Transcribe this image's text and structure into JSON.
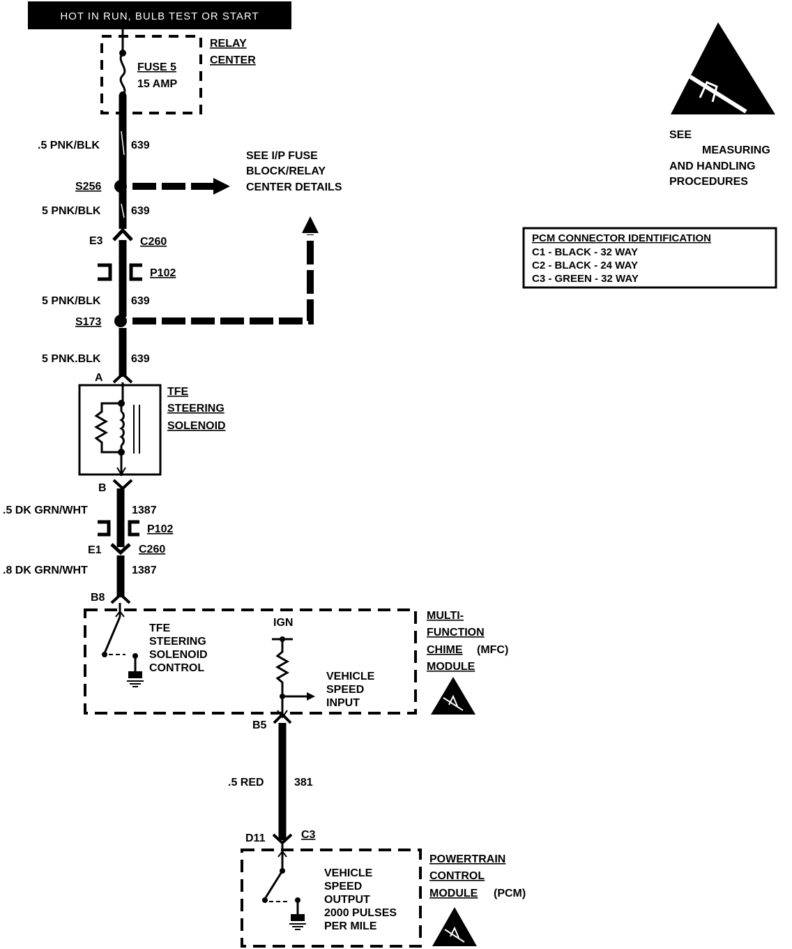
{
  "header": {
    "power_label": "HOT IN RUN, BULB TEST OR START"
  },
  "relay_center": {
    "title_line1": "RELAY",
    "title_line2": "CENTER",
    "fuse_line1": "FUSE 5",
    "fuse_line2": "15 AMP"
  },
  "esd_notice": {
    "line1": "SEE",
    "line2": "MEASURING",
    "line3": "AND HANDLING",
    "line4": "PROCEDURES"
  },
  "pcm_table": {
    "title": "PCM CONNECTOR IDENTIFICATION",
    "rows": [
      "C1 - BLACK - 32 WAY",
      "C2 - BLACK - 24 WAY",
      "C3 - GREEN - 32 WAY"
    ]
  },
  "wires": {
    "w1_gauge": ".5 PNK/BLK",
    "w1_circuit": "639",
    "w2_gauge": "5 PNK/BLK",
    "w2_circuit": "639",
    "w3_gauge": "5 PNK/BLK",
    "w3_circuit": "639",
    "w4_gauge": "5 PNK.BLK",
    "w4_circuit": "639",
    "w5_gauge": ".5 DK GRN/WHT",
    "w5_circuit": "1387",
    "w6_gauge": ".8 DK GRN/WHT",
    "w6_circuit": "1387",
    "w7_gauge": ".5 RED",
    "w7_circuit": "381"
  },
  "splices": {
    "s256": "S256",
    "s173": "S173"
  },
  "see_ip": {
    "line1": "SEE I/P FUSE",
    "line2": "BLOCK/RELAY",
    "line3": "CENTER DETAILS"
  },
  "connectors": {
    "e3": "E3",
    "c260_top": "C260",
    "p102_top": "P102",
    "pin_a": "A",
    "pin_b": "B",
    "p102_bottom": "P102",
    "e1": "E1",
    "c260_bottom": "C260",
    "b8": "B8",
    "b5": "B5",
    "d11": "D11",
    "c3": "C3"
  },
  "solenoid": {
    "line1": "TFE",
    "line2": "STEERING",
    "line3": "SOLENOID"
  },
  "mfc": {
    "switch_line1": "TFE",
    "switch_line2": "STEERING",
    "switch_line3": "SOLENOID",
    "switch_line4": "CONTROL",
    "ign": "IGN",
    "vs_line1": "VEHICLE",
    "vs_line2": "SPEED",
    "vs_line3": "INPUT",
    "title_line1": "MULTI-",
    "title_line2": "FUNCTION",
    "title_line3": "CHIME",
    "title_suffix": "(MFC)",
    "title_line4": "MODULE"
  },
  "pcm": {
    "out_line1": "VEHICLE",
    "out_line2": "SPEED",
    "out_line3": "OUTPUT",
    "out_line4": "2000 PULSES",
    "out_line5": "PER MILE",
    "title_line1": "POWERTRAIN",
    "title_line2": "CONTROL",
    "title_line3": "MODULE",
    "title_suffix": "(PCM)"
  }
}
